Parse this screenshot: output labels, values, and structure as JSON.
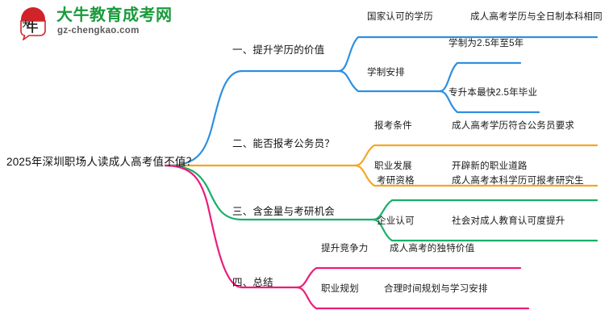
{
  "logo": {
    "name": "da-niu-education-logo",
    "mark_text": "大牛",
    "cn_name": "大牛教育成考网",
    "domain": "gz-chengkao.com",
    "brand_green": "#1a9b3c",
    "brand_red": "#d0242a"
  },
  "mindmap": {
    "root": "2025年深圳职场人读成人高考值不值？",
    "branch_colors": [
      "#2f8fe0",
      "#f5a623",
      "#18b06a",
      "#ec1d7a"
    ],
    "branches": [
      {
        "label": "一、提升学历的价值",
        "color": "#2f8fe0",
        "children": [
          {
            "label": "国家认可的学历",
            "leaves": [
              "成人高考学历与全日制本科相同"
            ]
          },
          {
            "label": "学制安排",
            "leaves": [
              "学制为2.5年至5年",
              "专升本最快2.5年毕业"
            ]
          }
        ]
      },
      {
        "label": "二、能否报考公务员？",
        "color": "#f5a623",
        "children": [
          {
            "label": "报考条件",
            "leaves": [
              "成人高考学历符合公务员要求"
            ]
          },
          {
            "label": "职业发展",
            "leaves": [
              "开辟新的职业道路"
            ]
          }
        ]
      },
      {
        "label": "三、含金量与考研机会",
        "color": "#18b06a",
        "children": [
          {
            "label": "考研资格",
            "leaves": [
              "成人高考本科学历可报考研究生"
            ]
          },
          {
            "label": "企业认可",
            "leaves": [
              "社会对成人教育认可度提升"
            ]
          }
        ]
      },
      {
        "label": "四、总结",
        "color": "#ec1d7a",
        "children": [
          {
            "label": "提升竞争力",
            "leaves": [
              "成人高考的独特价值"
            ]
          },
          {
            "label": "职业规划",
            "leaves": [
              "合理时间规划与学习安排"
            ]
          }
        ]
      }
    ]
  }
}
